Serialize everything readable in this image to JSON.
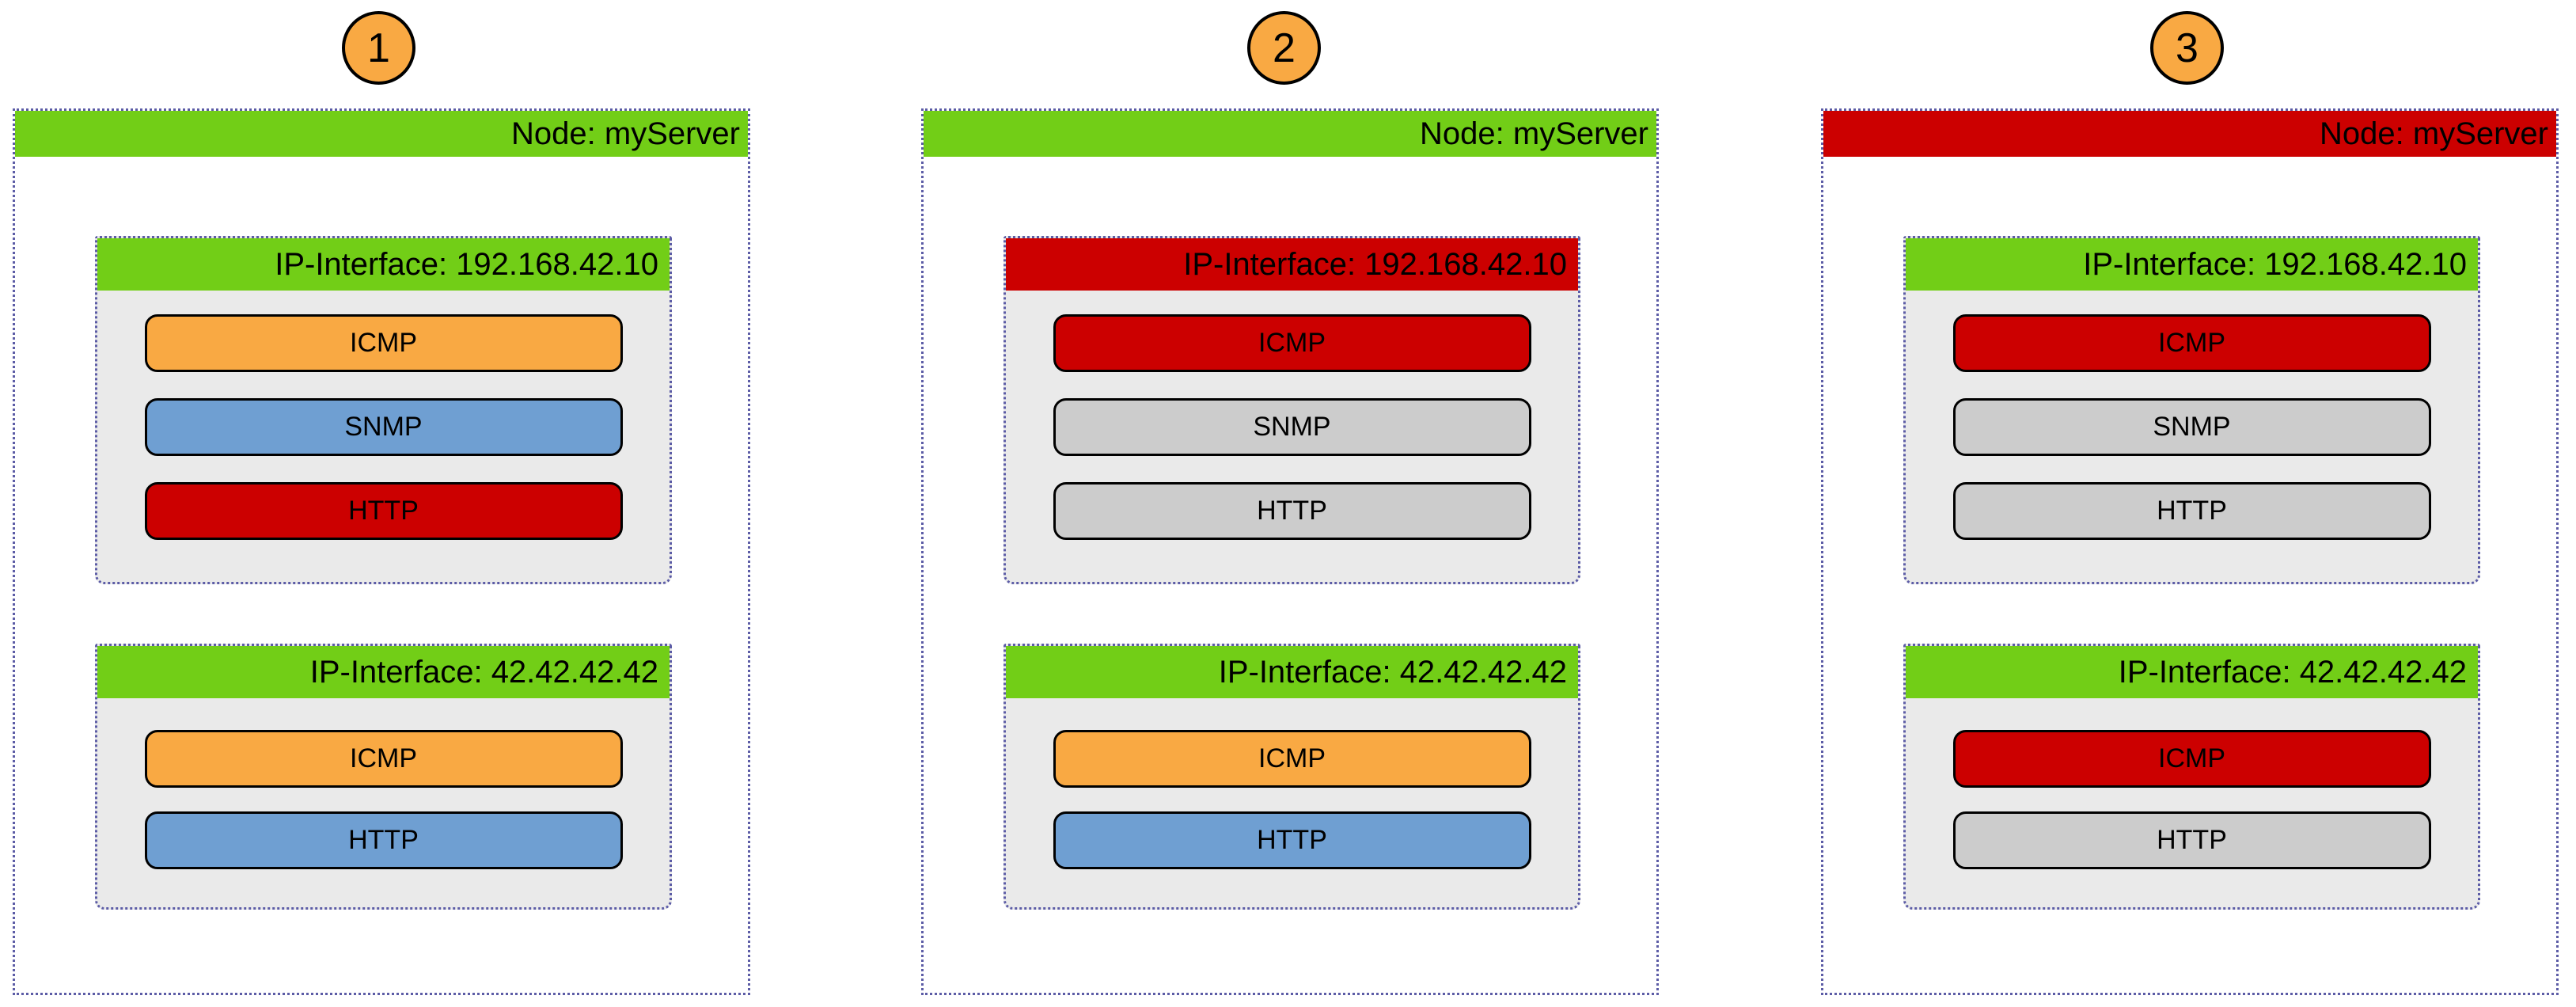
{
  "colors": {
    "green": "#72ce17",
    "red": "#cc0000",
    "orange": "#f9a943",
    "blue": "#6f9fd2",
    "gray": "#cccccc",
    "card_body": "#eaeaea",
    "dotted_border": "#5c5ca6",
    "circle_fill": "#f9a943",
    "bar_border": "#000000",
    "text": "#000000"
  },
  "panels": [
    {
      "step": "1",
      "node": {
        "label": "Node: myServer",
        "color": "green"
      },
      "interfaces": [
        {
          "label": "IP-Interface: 192.168.42.10",
          "color": "green",
          "services": [
            {
              "name": "ICMP",
              "color": "orange"
            },
            {
              "name": "SNMP",
              "color": "blue"
            },
            {
              "name": "HTTP",
              "color": "red"
            }
          ]
        },
        {
          "label": "IP-Interface: 42.42.42.42",
          "color": "green",
          "services": [
            {
              "name": "ICMP",
              "color": "orange"
            },
            {
              "name": "HTTP",
              "color": "blue"
            }
          ]
        }
      ]
    },
    {
      "step": "2",
      "node": {
        "label": "Node: myServer",
        "color": "green"
      },
      "interfaces": [
        {
          "label": "IP-Interface: 192.168.42.10",
          "color": "red",
          "services": [
            {
              "name": "ICMP",
              "color": "red"
            },
            {
              "name": "SNMP",
              "color": "gray"
            },
            {
              "name": "HTTP",
              "color": "gray"
            }
          ]
        },
        {
          "label": "IP-Interface: 42.42.42.42",
          "color": "green",
          "services": [
            {
              "name": "ICMP",
              "color": "orange"
            },
            {
              "name": "HTTP",
              "color": "blue"
            }
          ]
        }
      ]
    },
    {
      "step": "3",
      "node": {
        "label": "Node: myServer",
        "color": "red"
      },
      "interfaces": [
        {
          "label": "IP-Interface: 192.168.42.10",
          "color": "green",
          "services": [
            {
              "name": "ICMP",
              "color": "red"
            },
            {
              "name": "SNMP",
              "color": "gray"
            },
            {
              "name": "HTTP",
              "color": "gray"
            }
          ]
        },
        {
          "label": "IP-Interface: 42.42.42.42",
          "color": "green",
          "services": [
            {
              "name": "ICMP",
              "color": "red"
            },
            {
              "name": "HTTP",
              "color": "gray"
            }
          ]
        }
      ]
    }
  ]
}
